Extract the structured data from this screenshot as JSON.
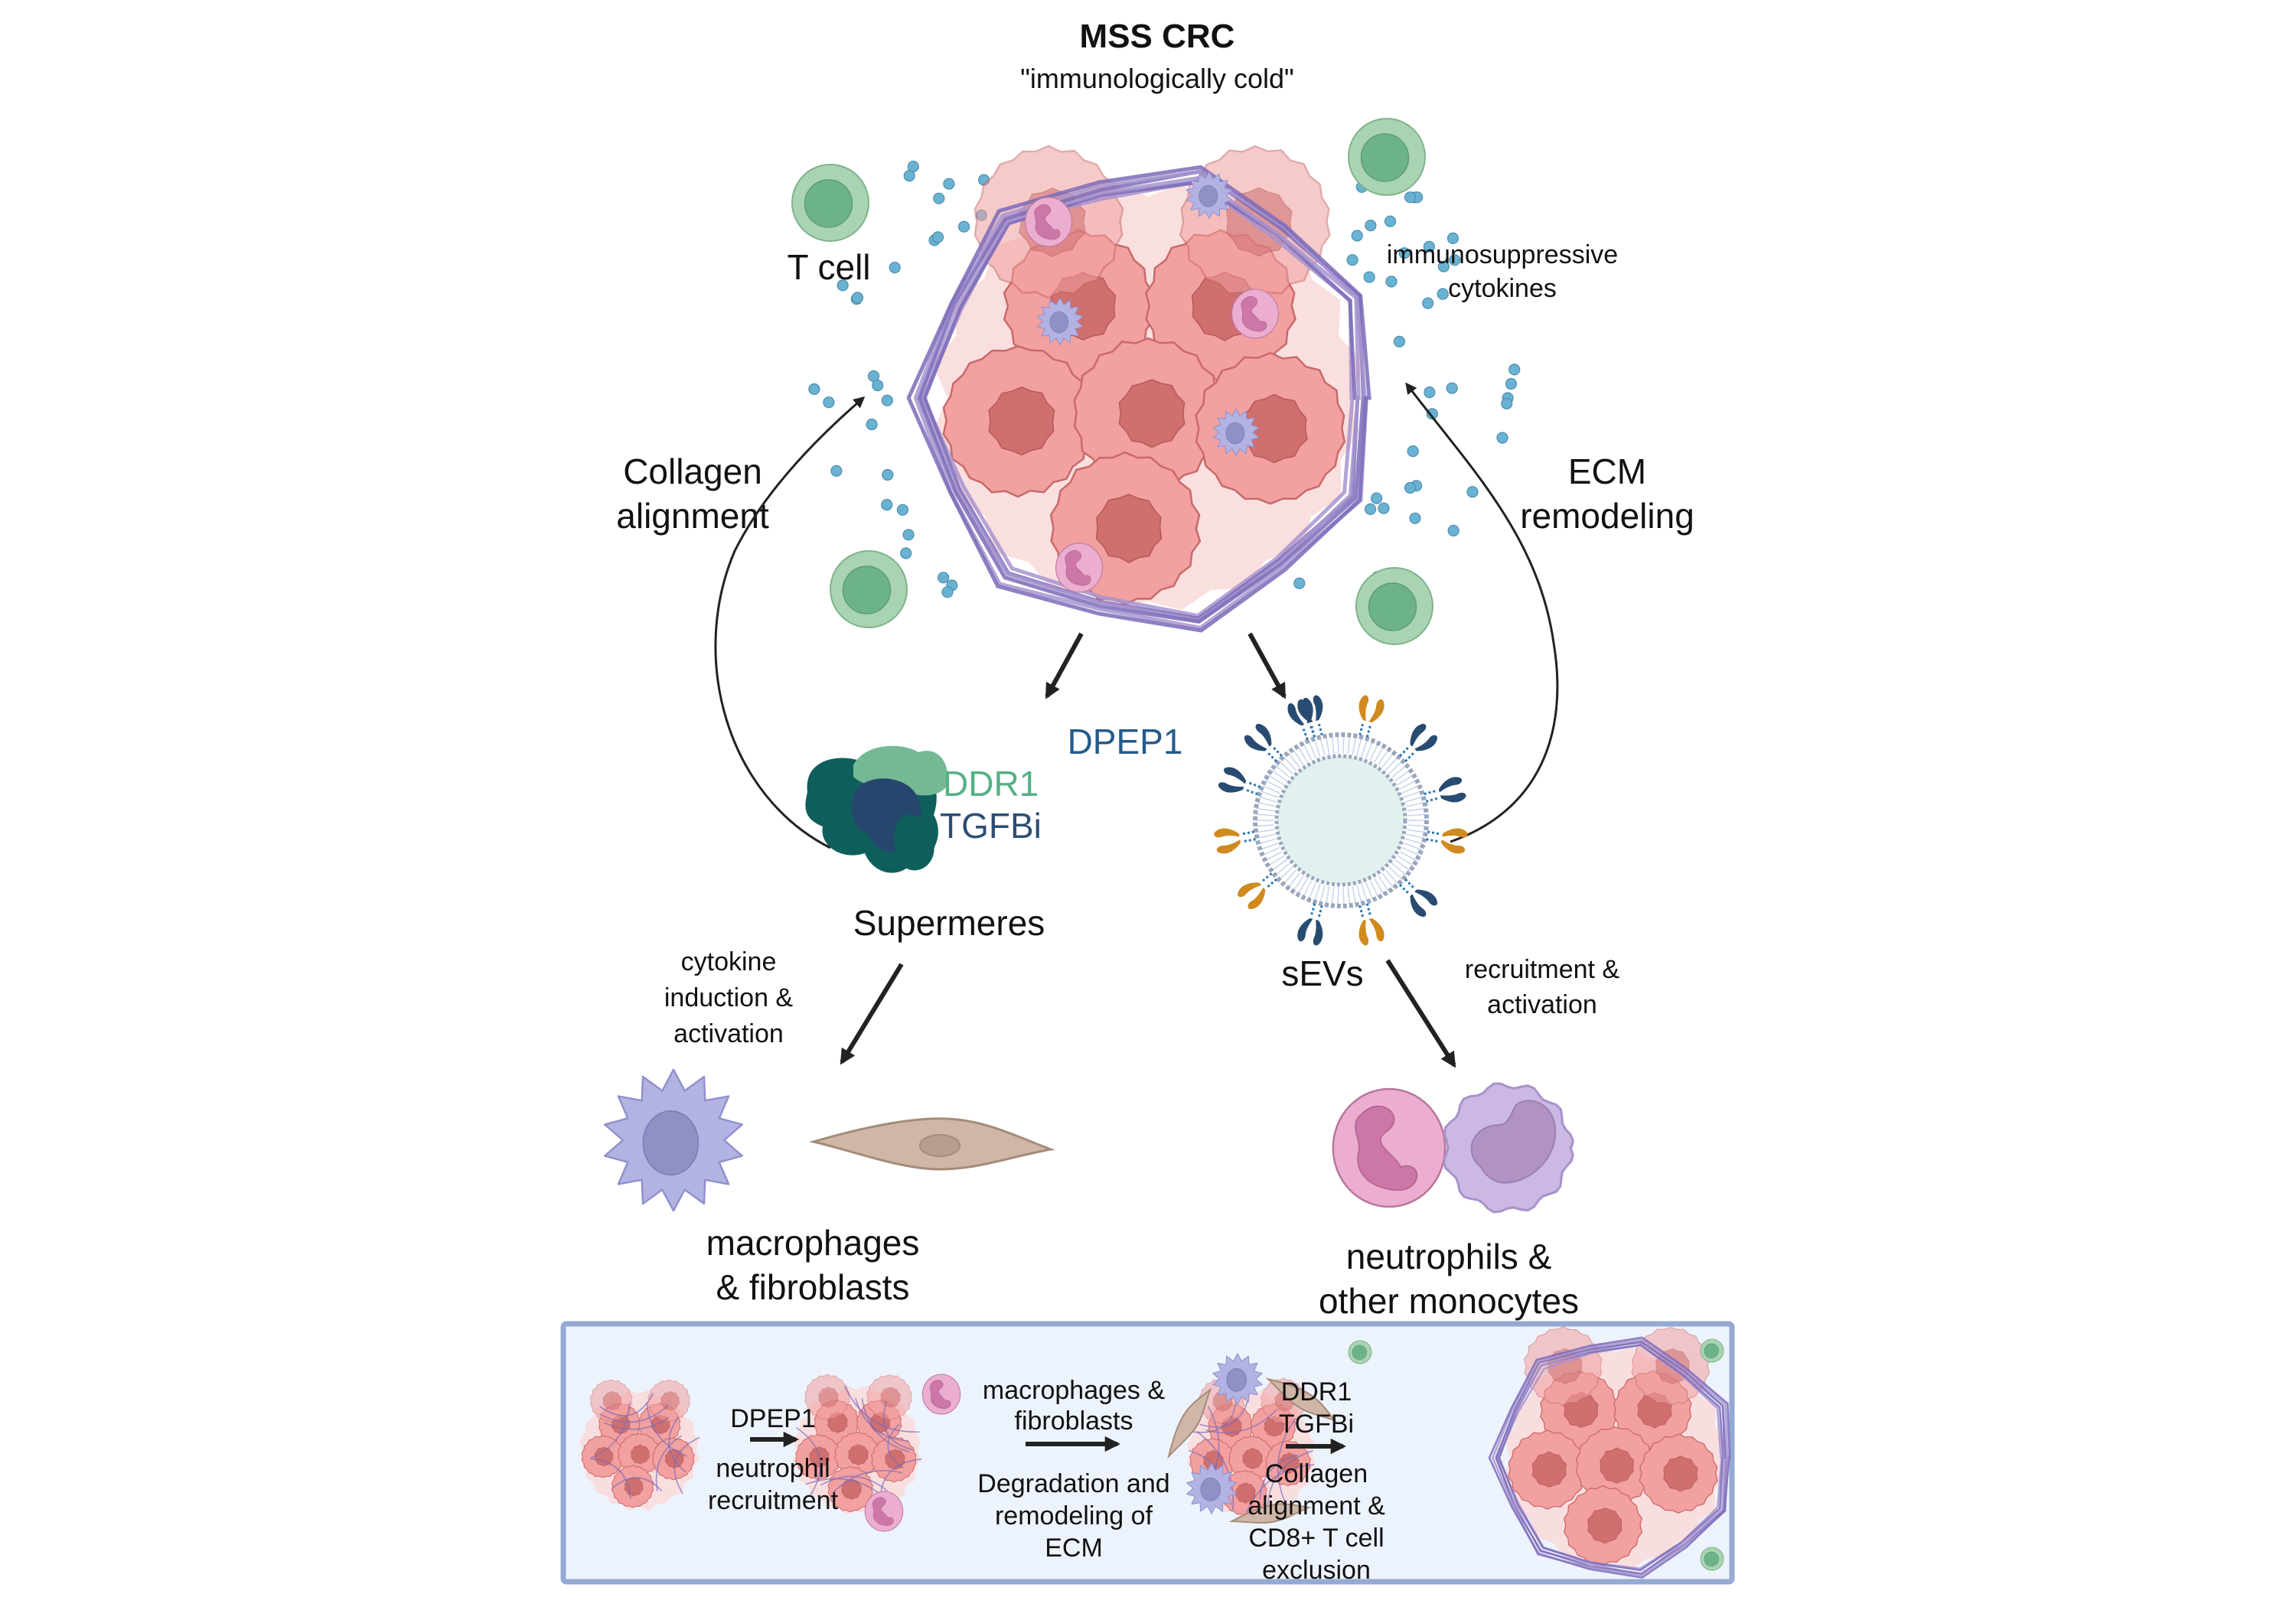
{
  "header": {
    "title": "MSS CRC",
    "subtitle": "\"immunologically cold\""
  },
  "colors": {
    "tumor_cell": "#f2a0a0",
    "tumor_nucleus": "#cf6f6f",
    "tumor_halo": "#f9dcdc",
    "collagen": "#7b6bb8",
    "collagen_light": "#a894cf",
    "cytokine": "#6ab2d2",
    "t_cell_outer": "#a9d3b2",
    "t_cell_inner": "#6db38a",
    "macrophage": "#b3b3e3",
    "macrophage_nucleus": "#9090c6",
    "fibroblast": "#cfb6a6",
    "neutrophil": "#ecaed0",
    "neutrophil_nucleus": "#cc77a8",
    "monocyte": "#cbb8e3",
    "monocyte_nucleus": "#b093c4",
    "ddr1_text": "#55b184",
    "tgfbi_text": "#2d4e74",
    "dpep1_text": "#245a8c",
    "protein_dark": "#0e5f5c",
    "protein_navy": "#27466e",
    "protein_green": "#74b994",
    "sev_lumen": "#e1f1ef",
    "sev_membrane": "#9aa6bc",
    "receptor_navy": "#284b72",
    "receptor_orange": "#d08a1e",
    "panel_bg": "#edf3fc",
    "panel_border": "#94a9d3",
    "arrow": "#222222"
  },
  "labels": {
    "t_cell": "T cell",
    "cytokines": [
      "immunosuppressive",
      "cytokines"
    ],
    "collagen_alignment": [
      "Collagen",
      "alignment"
    ],
    "ecm_remodeling": [
      "ECM",
      "remodeling"
    ],
    "ddr1": "DDR1",
    "tgfbi": "TGFBi",
    "dpep1": "DPEP1",
    "supermeres": "Supermeres",
    "sevs": "sEVs",
    "cytokine_induction": [
      "cytokine",
      "induction &",
      "activation"
    ],
    "recruitment_activation": [
      "recruitment &",
      "activation"
    ],
    "macrophages_fibroblasts": [
      "macrophages",
      "& fibroblasts"
    ],
    "neutrophils_monocytes": [
      "neutrophils &",
      "other monocytes"
    ]
  },
  "panel": {
    "step1_top": "DPEP1",
    "step1_bottom": [
      "neutrophil",
      "recruitment"
    ],
    "step2_top": [
      "macrophages &",
      "fibroblasts"
    ],
    "step2_bottom": [
      "Degradation and",
      "remodeling of",
      "ECM"
    ],
    "step3_top": [
      "DDR1",
      "TGFBi"
    ],
    "step3_bottom": [
      "Collagen",
      "alignment &",
      "CD8+ T cell",
      "exclusion"
    ]
  }
}
